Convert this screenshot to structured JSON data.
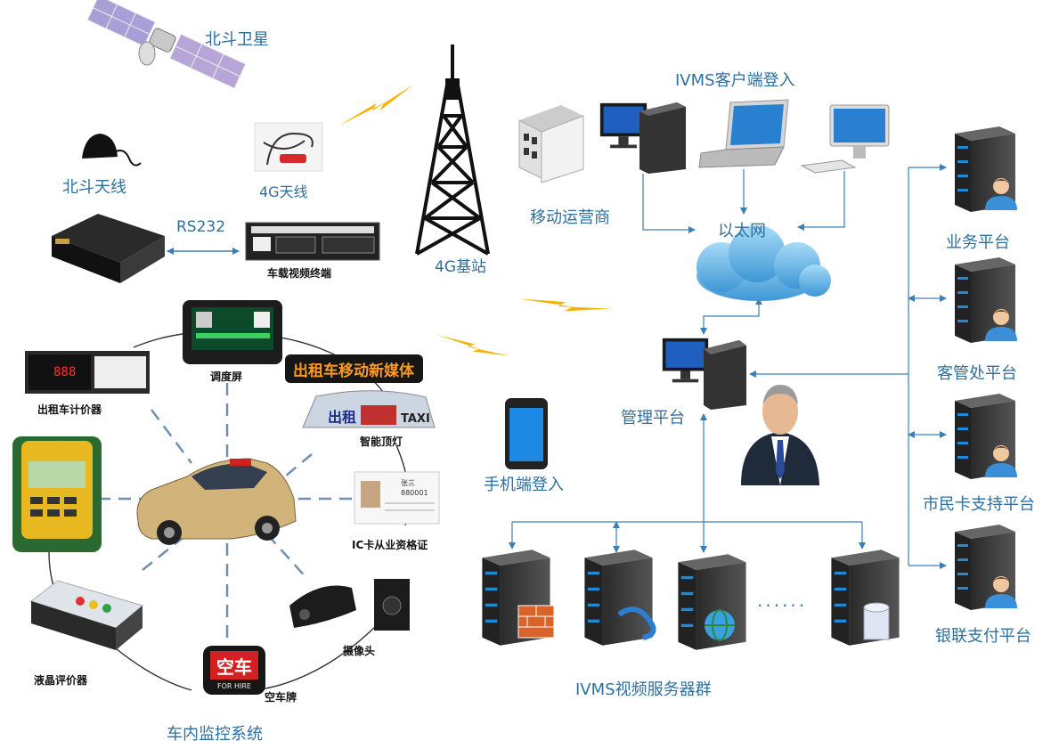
{
  "labels": {
    "beidou_satellite": "北斗卫星",
    "beidou_antenna": "北斗天线",
    "antenna_4g": "4G天线",
    "rs232": "RS232",
    "vehicle_terminal": "车载视频终端",
    "base_station_4g": "4G基站",
    "mobile_operator": "移动运营商",
    "ivms_client_login": "IVMS客户端登入",
    "ethernet": "以太网",
    "business_platform": "业务平台",
    "passenger_platform": "客管处平台",
    "citizen_card_platform": "市民卡支持平台",
    "unionpay_platform": "银联支付平台",
    "management_platform": "管理平台",
    "mobile_login": "手机端登入",
    "ivms_server_group": "IVMS视频服务器群",
    "dispatch_screen": "调度屏",
    "taxi_meter": "出租车计价器",
    "smart_roof_light": "智能顶灯",
    "ic_card_certificate": "IC卡从业资格证",
    "camera": "摄像头",
    "empty_car_sign": "空车牌",
    "lcd_evaluator": "液晶评价器",
    "in_vehicle_monitoring": "车内监控系统",
    "ellipsis": "......"
  },
  "device_text": {
    "led_banner": "出租车移动新媒体",
    "roof_light_left": "出租",
    "roof_light_right": "TAXI",
    "empty_sign_main": "空车",
    "empty_sign_sub": "FOR HIRE",
    "card_name": "张三",
    "card_number": "880001"
  },
  "colors": {
    "label_blue": "#2e6f9e",
    "line_blue": "#3a7fb5",
    "lightning": "#f5b300",
    "cloud": "#5fb3e8"
  }
}
